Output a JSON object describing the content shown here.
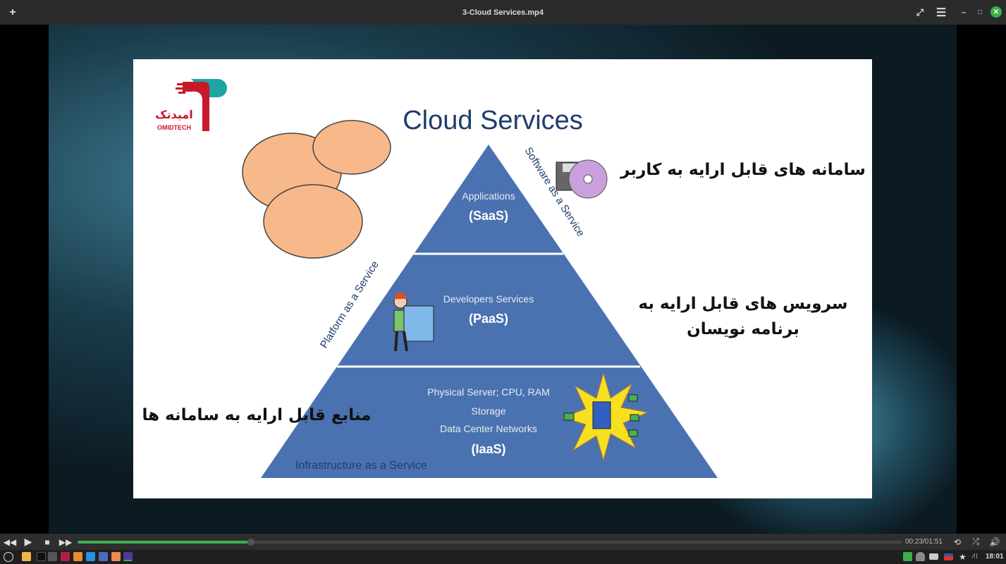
{
  "window": {
    "title": "3-Cloud Services.mp4",
    "add_icon": "plus-icon",
    "icons": [
      "fullscreen-icon",
      "menu-icon",
      "minimize-icon",
      "maximize-icon",
      "close-icon"
    ],
    "accent": "#3fae4a"
  },
  "slide": {
    "logo": {
      "fa": "امید تک",
      "en": "OMIDTECH"
    },
    "title": "Cloud Services",
    "saas": {
      "name": "Applications",
      "abbr": "(SaaS)",
      "diag": "Software as a Service",
      "fa": "سامانه های قابل ارایه به کاربر"
    },
    "paas": {
      "name": "Developers Services",
      "abbr": "(PaaS)",
      "diag": "Platform as a Service",
      "fa_line1": "سرویس های قابل ارایه به",
      "fa_line2": "برنامه نویسان"
    },
    "iaas": {
      "line1": "Physical Server; CPU, RAM",
      "line2": "Storage",
      "line3": "Data Center Networks",
      "abbr": "(IaaS)",
      "diag": "Infrastructure as a Service",
      "fa": "منابع قابل ارایه به سامانه ها"
    },
    "colors": {
      "pyramid": "#4a72b0",
      "cloud": "#f7b98a"
    }
  },
  "player": {
    "time": "00:23/01:51",
    "progress_percent": 21,
    "icons": [
      "rewind-icon",
      "play-icon",
      "stop-icon",
      "fast-forward-icon",
      "repeat-icon",
      "shuffle-icon",
      "volume-icon"
    ]
  },
  "taskbar": {
    "clock": "18:01"
  }
}
